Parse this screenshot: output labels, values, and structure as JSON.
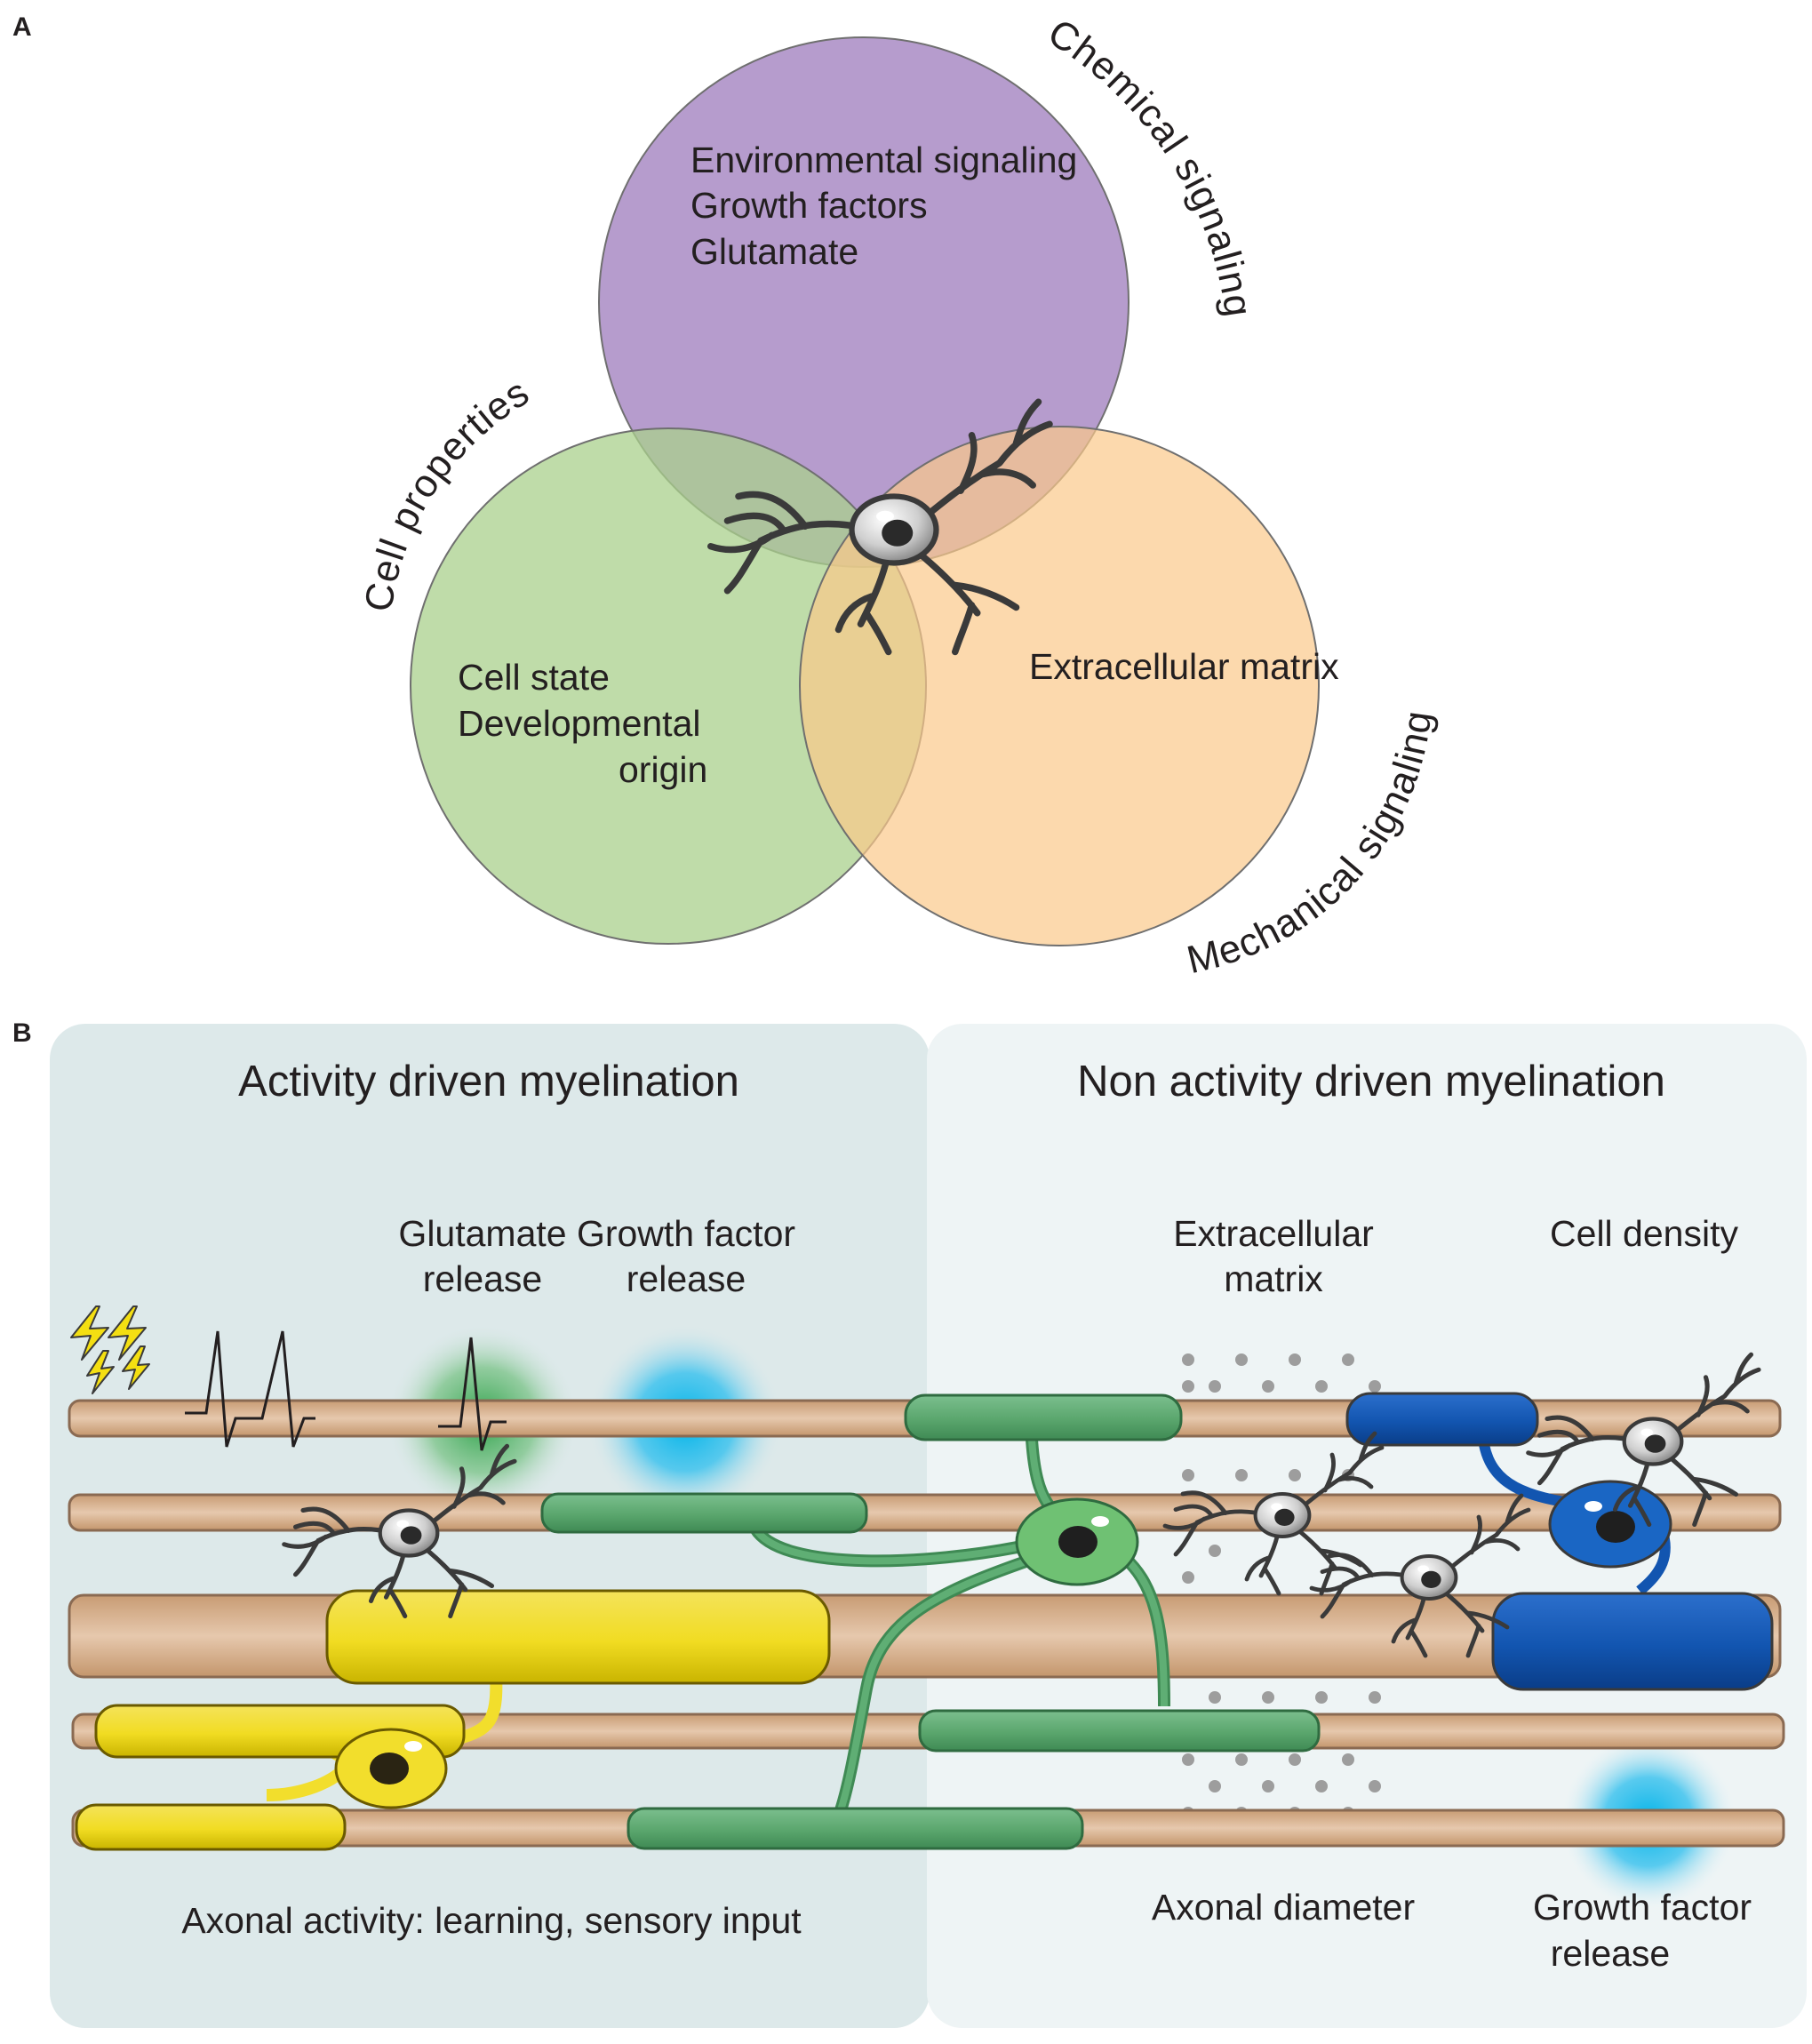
{
  "panel_a": {
    "label": "A",
    "arcs": {
      "chemical": "Chemical signaling",
      "cell": "Cell properties",
      "mechanical": "Mechanical signaling"
    },
    "purple_lines": [
      "Environmental signaling",
      "Growth factors",
      "Glutamate"
    ],
    "green_lines": [
      "Cell state",
      "Developmental",
      "origin"
    ],
    "orange_text": "Extracellular matrix",
    "colors": {
      "purple": "#a98bc4",
      "green": "#a9d08c",
      "orange": "#fbc98a"
    }
  },
  "panel_b": {
    "label": "B",
    "left_title": "Activity driven myelination",
    "right_title": "Non activity driven myelination",
    "glutamate": [
      "Glutamate",
      "release"
    ],
    "growth_factor_left": [
      "Growth factor",
      "release"
    ],
    "ecm": [
      "Extracellular",
      "matrix"
    ],
    "cell_density": "Cell density",
    "axonal_activity": "Axonal activity: learning, sensory input",
    "axonal_diameter": "Axonal diameter",
    "growth_factor_right": [
      "Growth factor",
      "release"
    ],
    "colors": {
      "left_panel": "#dde9ea",
      "right_panel": "#eef4f5",
      "axon": "#d2ad8c",
      "yellow": "#f2de2c",
      "green": "#5fae74",
      "blue": "#1a5fb4"
    }
  }
}
